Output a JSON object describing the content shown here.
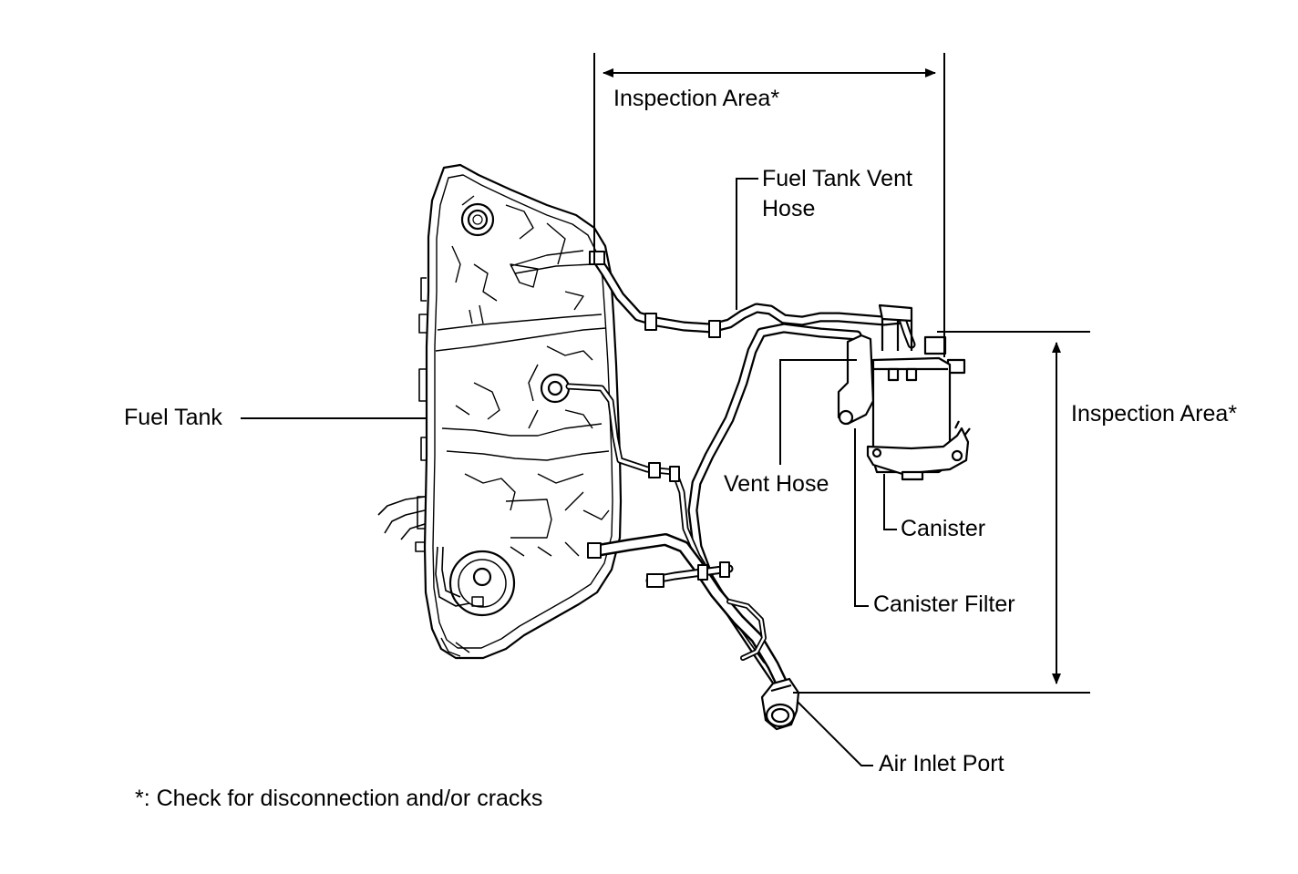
{
  "labels": {
    "inspection_area_top": "Inspection Area*",
    "inspection_area_right": "Inspection Area*",
    "fuel_tank_vent_hose_line1": "Fuel Tank Vent",
    "fuel_tank_vent_hose_line2": "Hose",
    "fuel_tank": "Fuel Tank",
    "vent_hose": "Vent Hose",
    "canister": "Canister",
    "canister_filter": "Canister Filter",
    "air_inlet_port": "Air Inlet Port"
  },
  "footnote": "*: Check for disconnection and/or cracks",
  "colors": {
    "line": "#000000",
    "background": "#ffffff"
  }
}
